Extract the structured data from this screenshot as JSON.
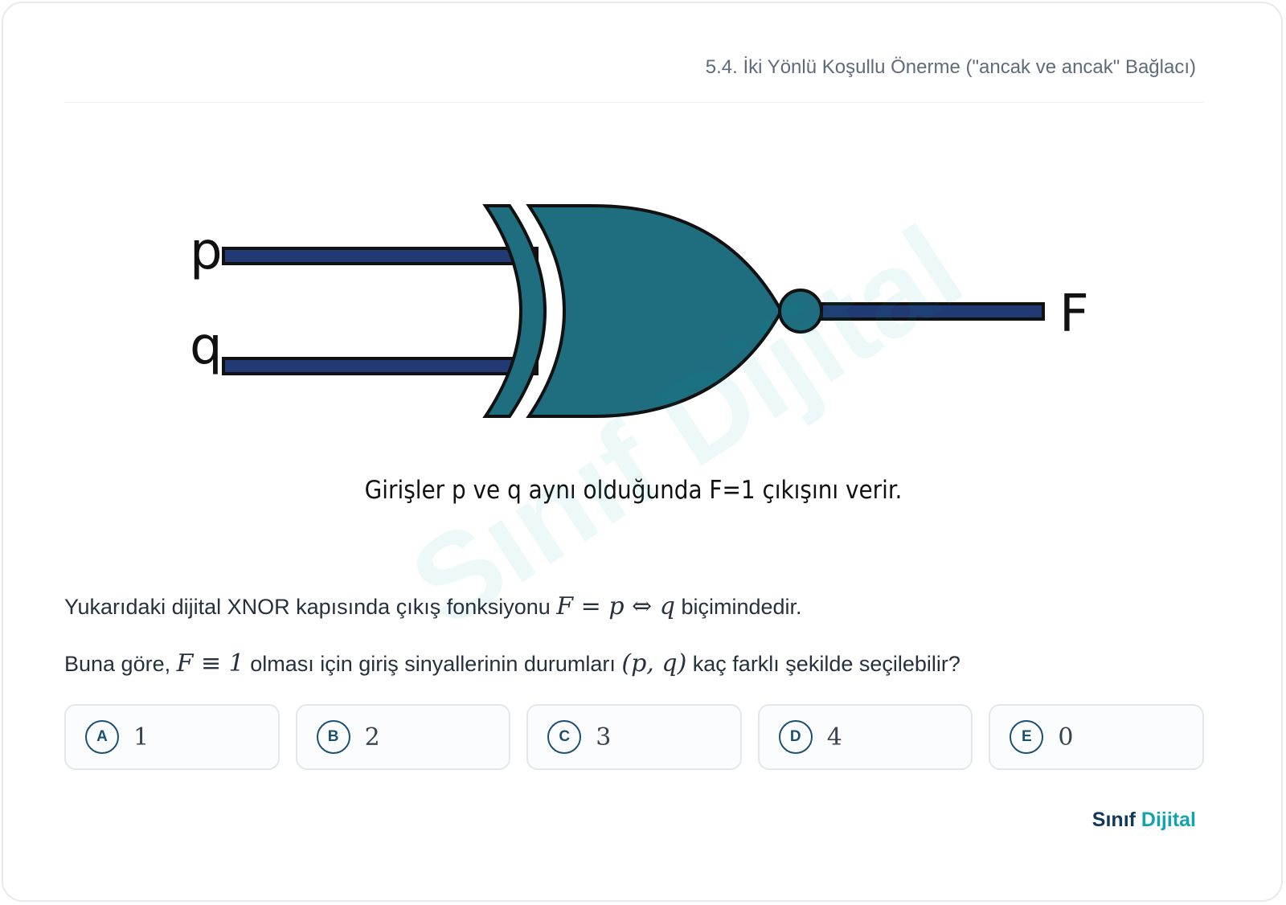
{
  "header": {
    "title": "5.4. İki Yönlü Koşullu Önerme (\"ancak ve ancak\" Bağlacı)"
  },
  "figure": {
    "input_p": "p",
    "input_q": "q",
    "output": "F",
    "caption": "Girişler p ve q aynı olduğunda F=1 çıkışını verir.",
    "gate_color": "#1e6e80",
    "wire_color": "#223a73"
  },
  "watermark": "Sınıf Dijital",
  "question": {
    "line1_pre": "Yukarıdaki dijital XNOR kapısında çıkış fonksiyonu ",
    "line1_math": "F = p ⇔ q",
    "line1_post": " biçimindedir.",
    "line2_pre": "Buna göre, ",
    "line2_math": "F ≡ 1",
    "line2_mid": " olması için giriş sinyallerinin durumları ",
    "line2_math2": "(p, q)",
    "line2_post": " kaç farklı şekilde seçilebilir?"
  },
  "options": [
    {
      "letter": "A",
      "value": "1"
    },
    {
      "letter": "B",
      "value": "2"
    },
    {
      "letter": "C",
      "value": "3"
    },
    {
      "letter": "D",
      "value": "4"
    },
    {
      "letter": "E",
      "value": "0"
    }
  ],
  "brand": {
    "part1": "Sınıf",
    "part2": "Dijital"
  }
}
